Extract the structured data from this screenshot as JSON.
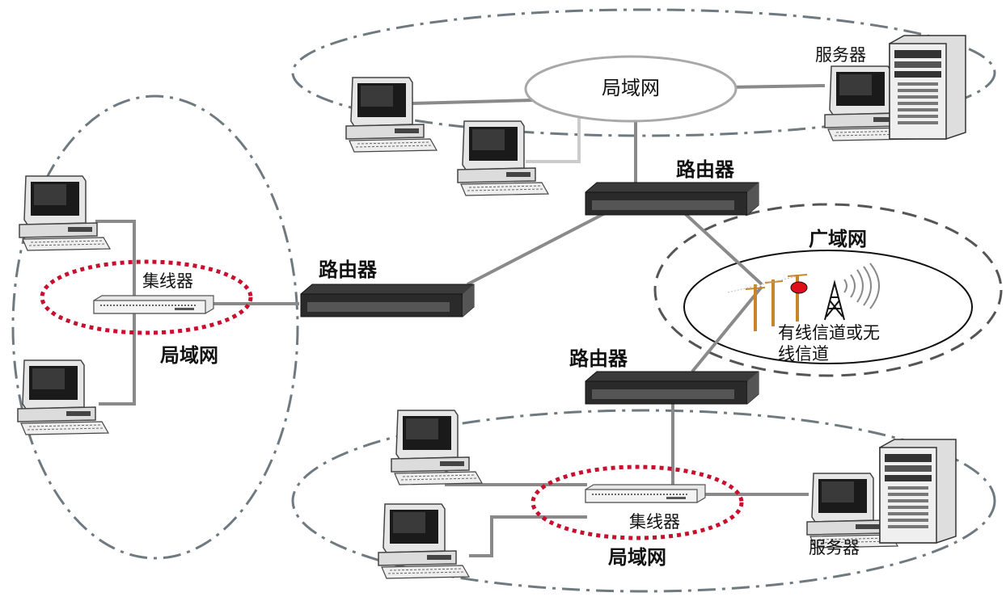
{
  "labels": {
    "lan_top": "局域网",
    "server_top": "服务器",
    "router_top": "路由器",
    "router_left": "路由器",
    "router_bottom": "路由器",
    "hub_left": "集线器",
    "lan_left": "局域网",
    "wan": "广域网",
    "channel_line1": "有线信道或无",
    "channel_line2": "线信道",
    "hub_bottom": "集线器",
    "lan_bottom": "局域网",
    "server_bottom": "服务器"
  },
  "colors": {
    "cable": "#8a8a8a",
    "boundary": "#6f7a80",
    "hub_highlight": "#c8102e",
    "device_dark": "#2a2a2a",
    "antenna_pole": "#c8862a",
    "antenna_light": "#e0101a"
  },
  "icons": [
    "desktop-computer-icon",
    "server-tower-icon",
    "router-icon",
    "hub-icon",
    "radio-tower-icon",
    "telephone-pole-icon"
  ]
}
